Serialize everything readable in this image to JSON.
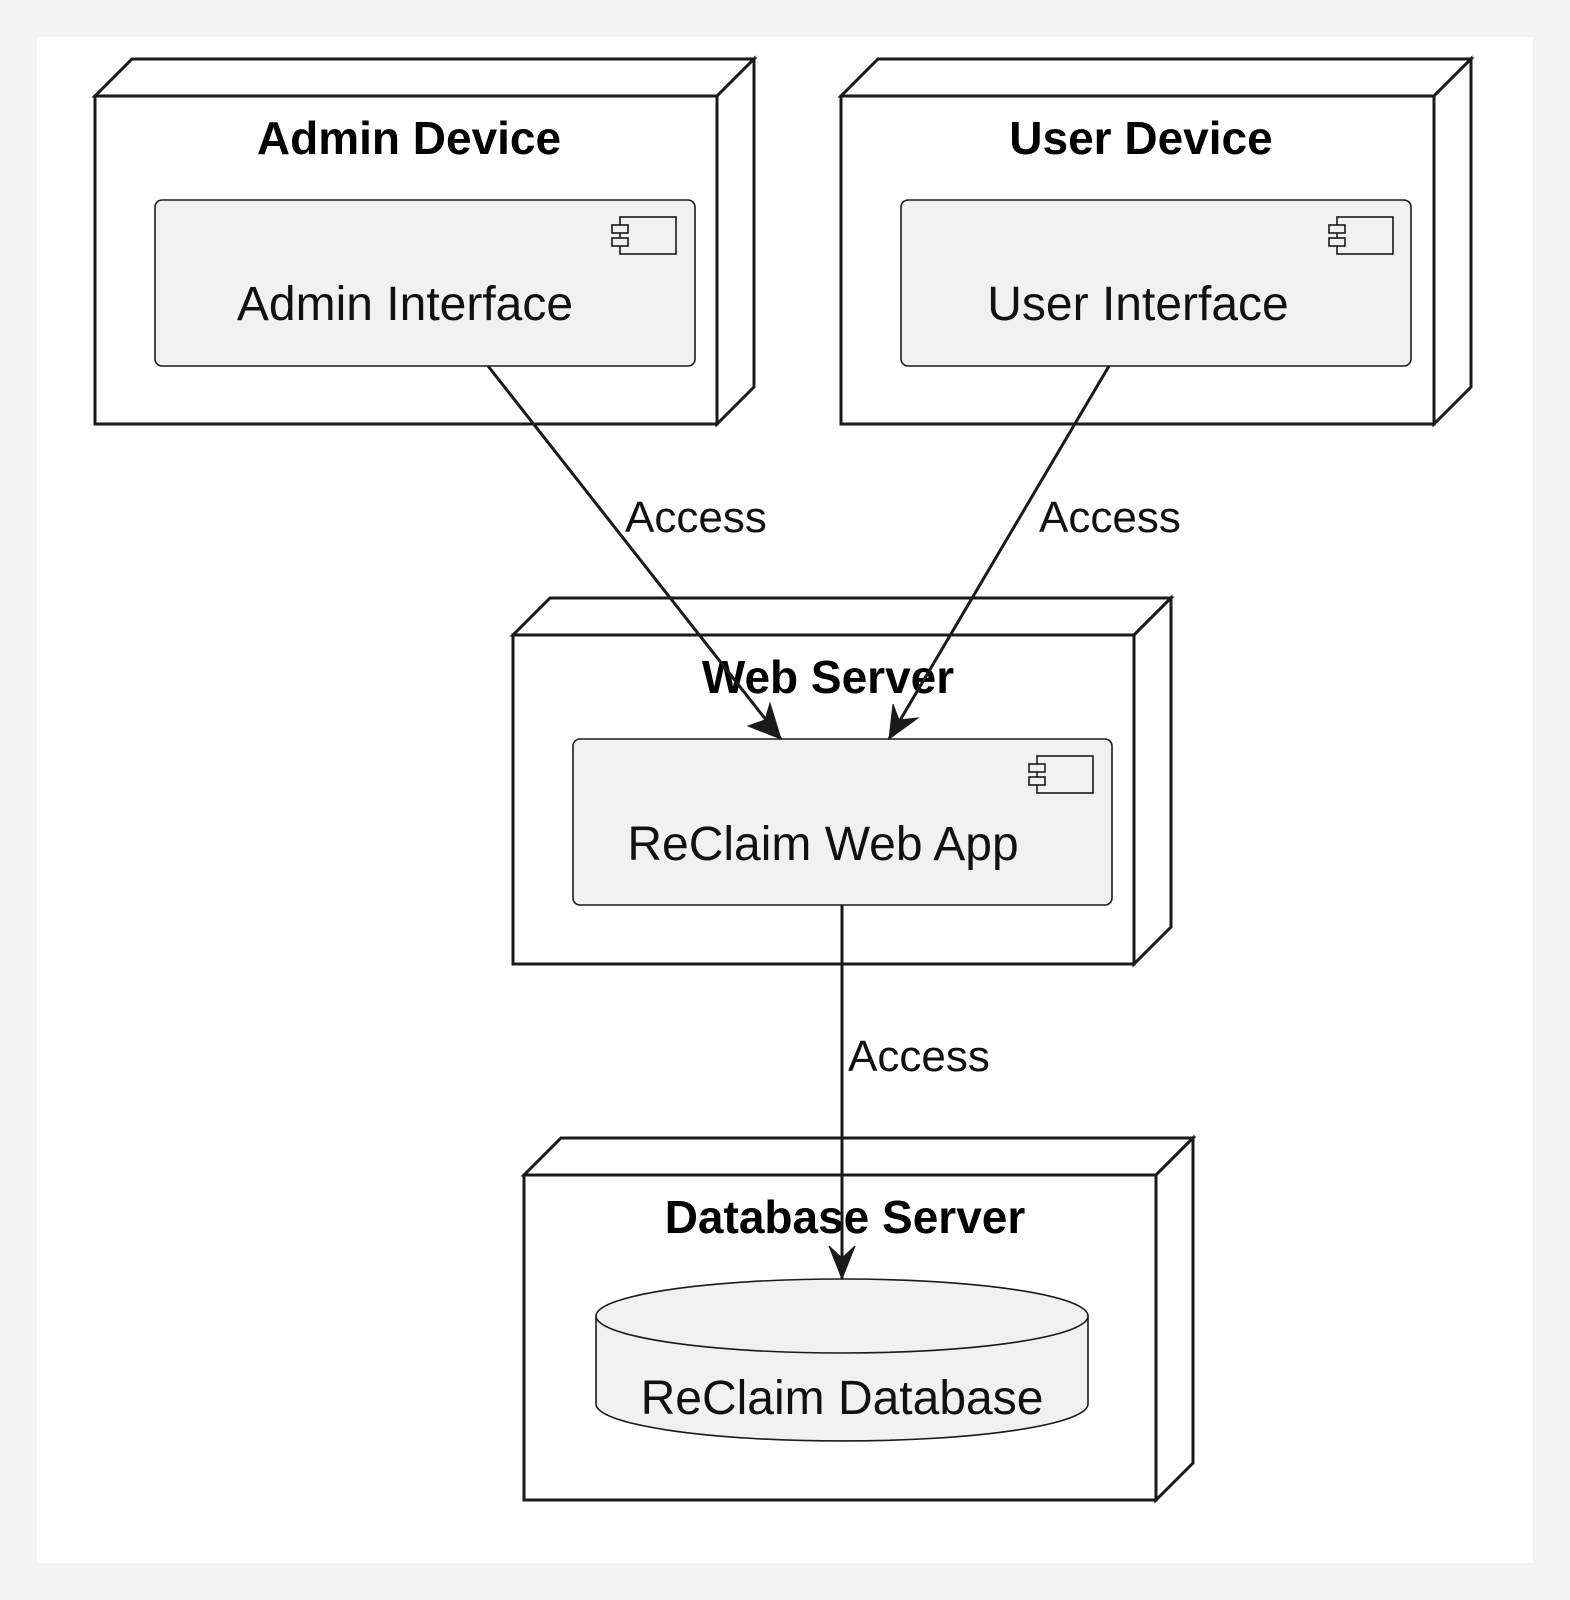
{
  "diagram": {
    "nodes": {
      "admin_device": {
        "title": "Admin Device",
        "component": "Admin Interface"
      },
      "user_device": {
        "title": "User Device",
        "component": "User Interface"
      },
      "web_server": {
        "title": "Web Server",
        "component": "ReClaim Web App"
      },
      "database_server": {
        "title": "Database Server",
        "database": "ReClaim Database"
      }
    },
    "edges": [
      {
        "from": "Admin Interface",
        "to": "ReClaim Web App",
        "label": "Access"
      },
      {
        "from": "User Interface",
        "to": "ReClaim Web App",
        "label": "Access"
      },
      {
        "from": "ReClaim Web App",
        "to": "ReClaim Database",
        "label": "Access"
      }
    ],
    "colors": {
      "background": "#f4f4f4",
      "canvas": "#ffffff",
      "component_fill": "#f1f1f1",
      "stroke": "#1a1a1a"
    }
  }
}
